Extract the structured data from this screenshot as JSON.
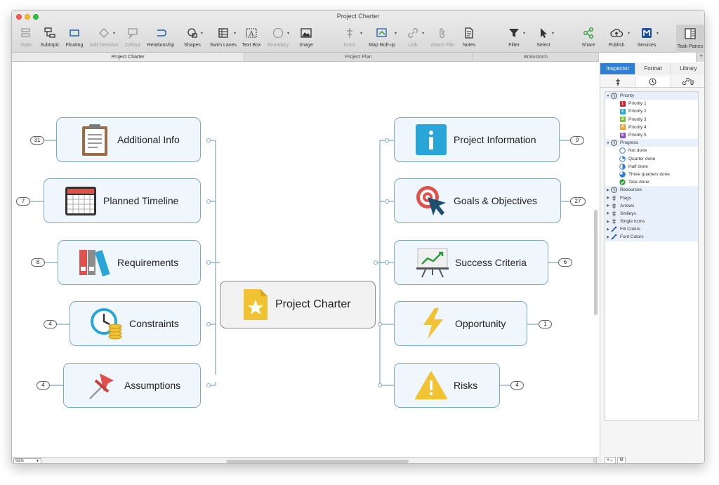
{
  "window": {
    "title": "Project Charter"
  },
  "toolbar": {
    "topic": "Topic",
    "subtopic": "Subtopic",
    "floating": "Floating",
    "add_decision": "Add Decision",
    "callout": "Callout",
    "relationship": "Relationship",
    "shapes": "Shapes",
    "swim_lanes": "Swim Lanes",
    "text_box": "Text Box",
    "boundary": "Boundary",
    "image": "Image",
    "icons": "Icons",
    "map_rollup": "Map Roll-up",
    "link": "Link",
    "attach_file": "Attach File",
    "notes": "Notes",
    "filter": "Filter",
    "select": "Select",
    "share": "Share",
    "publish": "Publish",
    "services": "Services",
    "task_panes": "Task Panes"
  },
  "tabs": [
    "Project Charter",
    "Project Plan",
    "Brainstorm"
  ],
  "central": {
    "label": "Project Charter"
  },
  "topics_left": [
    {
      "label": "Additional Info",
      "count": "31",
      "icon": "clipboard-icon"
    },
    {
      "label": "Planned Timeline",
      "count": "7",
      "icon": "calendar-icon"
    },
    {
      "label": "Requirements",
      "count": "8",
      "icon": "binders-icon"
    },
    {
      "label": "Constraints",
      "count": "4",
      "icon": "clock-coins-icon"
    },
    {
      "label": "Assumptions",
      "count": "4",
      "icon": "pushpin-icon"
    }
  ],
  "topics_right": [
    {
      "label": "Project Information",
      "count": "9",
      "icon": "info-icon"
    },
    {
      "label": "Goals & Objectives",
      "count": "27",
      "icon": "target-icon"
    },
    {
      "label": "Success Criteria",
      "count": "6",
      "icon": "chart-easel-icon"
    },
    {
      "label": "Opportunity",
      "count": "1",
      "icon": "lightning-icon"
    },
    {
      "label": "Risks",
      "count": "4",
      "icon": "warning-icon"
    }
  ],
  "status": {
    "zoom": "91%"
  },
  "panel": {
    "tabs": [
      "Inspector",
      "Format",
      "Library"
    ],
    "priority": {
      "label": "Priority",
      "items": [
        {
          "num": "1",
          "label": "Priority 1",
          "color": "#d9202a"
        },
        {
          "num": "2",
          "label": "Priority 2",
          "color": "#2aa5d8"
        },
        {
          "num": "3",
          "label": "Priority 3",
          "color": "#7cbc3e"
        },
        {
          "num": "4",
          "label": "Priority 4",
          "color": "#f0a22a"
        },
        {
          "num": "5",
          "label": "Priority 5",
          "color": "#8a4fc7"
        }
      ]
    },
    "progress": {
      "label": "Progress",
      "items": [
        "Not done",
        "Quarter done",
        "Half done",
        "Three quarters done",
        "Task done"
      ]
    },
    "groups": [
      "Resources",
      "Flags",
      "Arrows",
      "Smileys",
      "Single Icons",
      "Fill Colors",
      "Font Colors"
    ]
  }
}
